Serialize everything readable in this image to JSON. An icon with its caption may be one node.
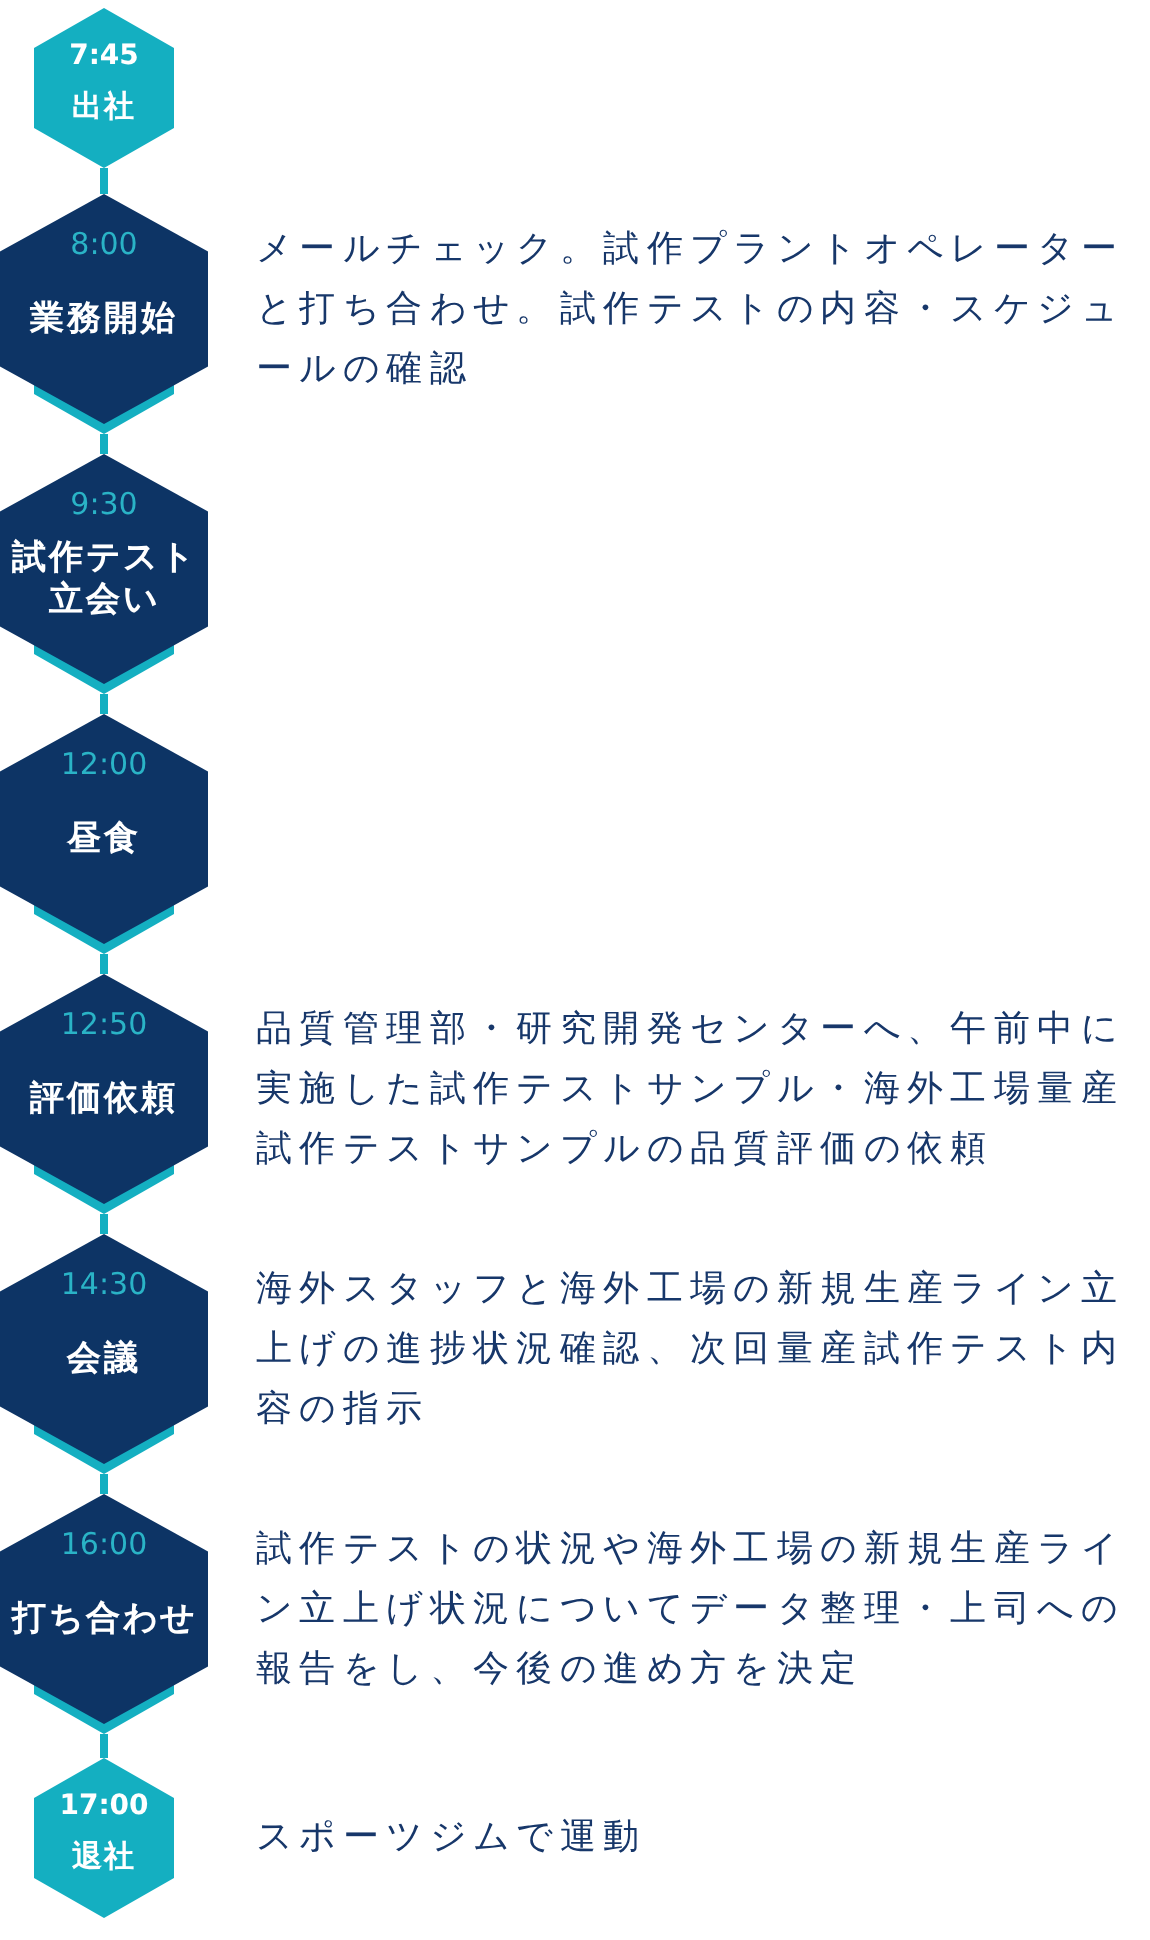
{
  "diagram": {
    "nodes": [
      {
        "text": [
          "7:45",
          "出社"
        ]
      },
      {
        "text": [
          "8:00",
          "業務開始"
        ],
        "beside": [
          "メールチェック。試作プラントオペレーターと打ち合わせ。試作テストの内容・スケジュールの確認"
        ]
      },
      {
        "text": [
          "9:30",
          "試作テスト立会い"
        ]
      },
      {
        "text": [
          "12:00",
          "昼食"
        ]
      },
      {
        "text": [
          "12:50",
          "評価依頼"
        ],
        "beside": [
          "品質管理部・研究開発センターへ、午前中に実施した試作テストサンプル・海外工場量産試作テストサンプルの品質評価の依頼"
        ]
      },
      {
        "text": [
          "14:30",
          "会議"
        ],
        "beside": [
          "海外スタッフと海外工場の新規生産ライン立上げの進捗状況確認、次回量産試作テスト内容の指示"
        ]
      },
      {
        "text": [
          "16:00",
          "打ち合わせ"
        ],
        "beside": [
          "試作テストの状況や海外工場の新規生産ライン立上げ状況についてデータ整理・上司への報告をし、今後の進め方を決定"
        ]
      },
      {
        "text": [
          "17:00",
          "退社"
        ],
        "beside": [
          "スポーツジムで運動"
        ]
      }
    ],
    "edges": [
      {
        "from": 0,
        "to": 1,
        "arrow": "none"
      },
      {
        "from": 1,
        "to": 2,
        "arrow": "none"
      },
      {
        "from": 2,
        "to": 3,
        "arrow": "none"
      },
      {
        "from": 3,
        "to": 4,
        "arrow": "none"
      },
      {
        "from": 4,
        "to": 5,
        "arrow": "none"
      },
      {
        "from": 5,
        "to": 6,
        "arrow": "none"
      },
      {
        "from": 6,
        "to": 7,
        "arrow": "none"
      }
    ]
  }
}
